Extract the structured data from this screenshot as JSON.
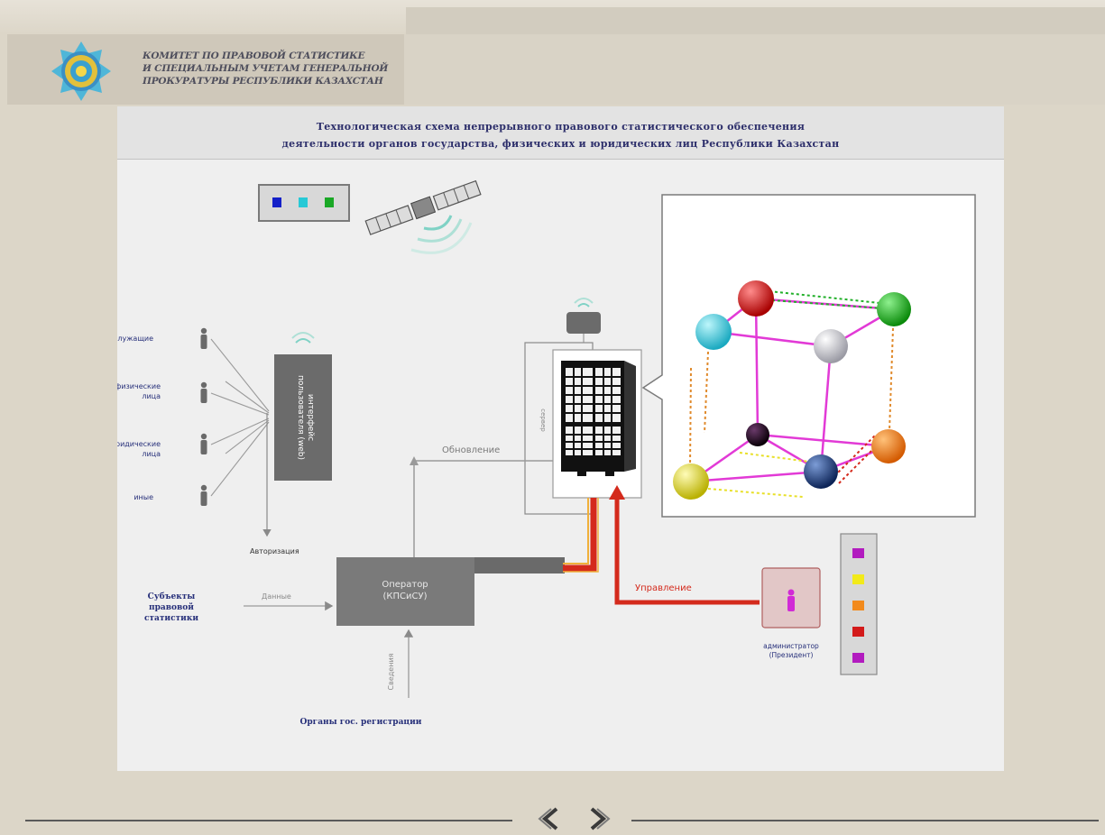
{
  "header": {
    "org_name": "КОМИТЕТ ПО ПРАВОВОЙ СТАТИСТИКЕ\nИ СПЕЦИАЛЬНЫМ УЧЕТАМ ГЕНЕРАЛЬНОЙ\nПРОКУРАТУРЫ РЕСПУБЛИКИ КАЗАХСТАН"
  },
  "panel": {
    "title_line1": "Технологическая схема непрерывного правового статистического обеспечения",
    "title_line2": "деятельности органов государства, физических и юридических лиц Республики Казахстан"
  },
  "diagram": {
    "users": [
      "госслужащие",
      "физические лица",
      "юридические лица",
      "иные"
    ],
    "interface_label": "интерфейс пользователя (web)",
    "authorization_label": "Авторизация",
    "update_label": "Обновление",
    "server_side_label": "сервер",
    "operator_label": "Оператор (КПСиСУ)",
    "data_label": "Данные",
    "subjects_label": "Субъекты правовой статистики",
    "info_label": "Сведения",
    "registration_label": "Органы гос. регистрации",
    "control_label": "Управление",
    "admin_label": "администратор (Президент)"
  },
  "colors": {
    "legend_top": [
      "#1420c8",
      "#27c9d6",
      "#1aa826"
    ],
    "legend_right": [
      "#b21bbf",
      "#f2ea1a",
      "#f28a1c",
      "#d31a1a",
      "#b21bbf"
    ],
    "control_arrow": "#d42a1c",
    "cube_edges": "#e23ad6",
    "diagram_text": "#27307a"
  },
  "nav": {
    "prev_icon": "chevron-left-icon",
    "next_icon": "chevron-right-icon"
  }
}
